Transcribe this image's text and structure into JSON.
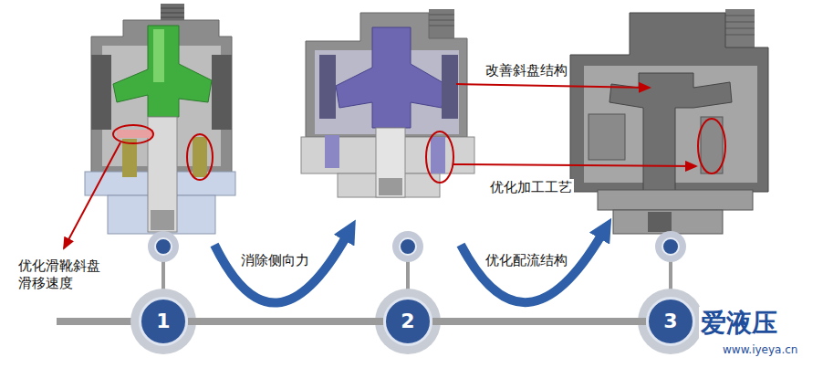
{
  "diagram": {
    "nodes": [
      {
        "text": [
          "1"
        ]
      },
      {
        "text": [
          "2"
        ]
      },
      {
        "text": [
          "3"
        ]
      }
    ],
    "edges": [
      {
        "from": 0,
        "to": 1,
        "arrow": "none"
      },
      {
        "from": 1,
        "to": 2,
        "arrow": "none"
      }
    ],
    "labels": [
      "优化滑靴斜盘 滑移速度",
      "改善斜盘结构",
      "优化加工工艺",
      "消除侧向力",
      "优化配流结构",
      "爱液压",
      "www.iyeya.cn"
    ]
  }
}
